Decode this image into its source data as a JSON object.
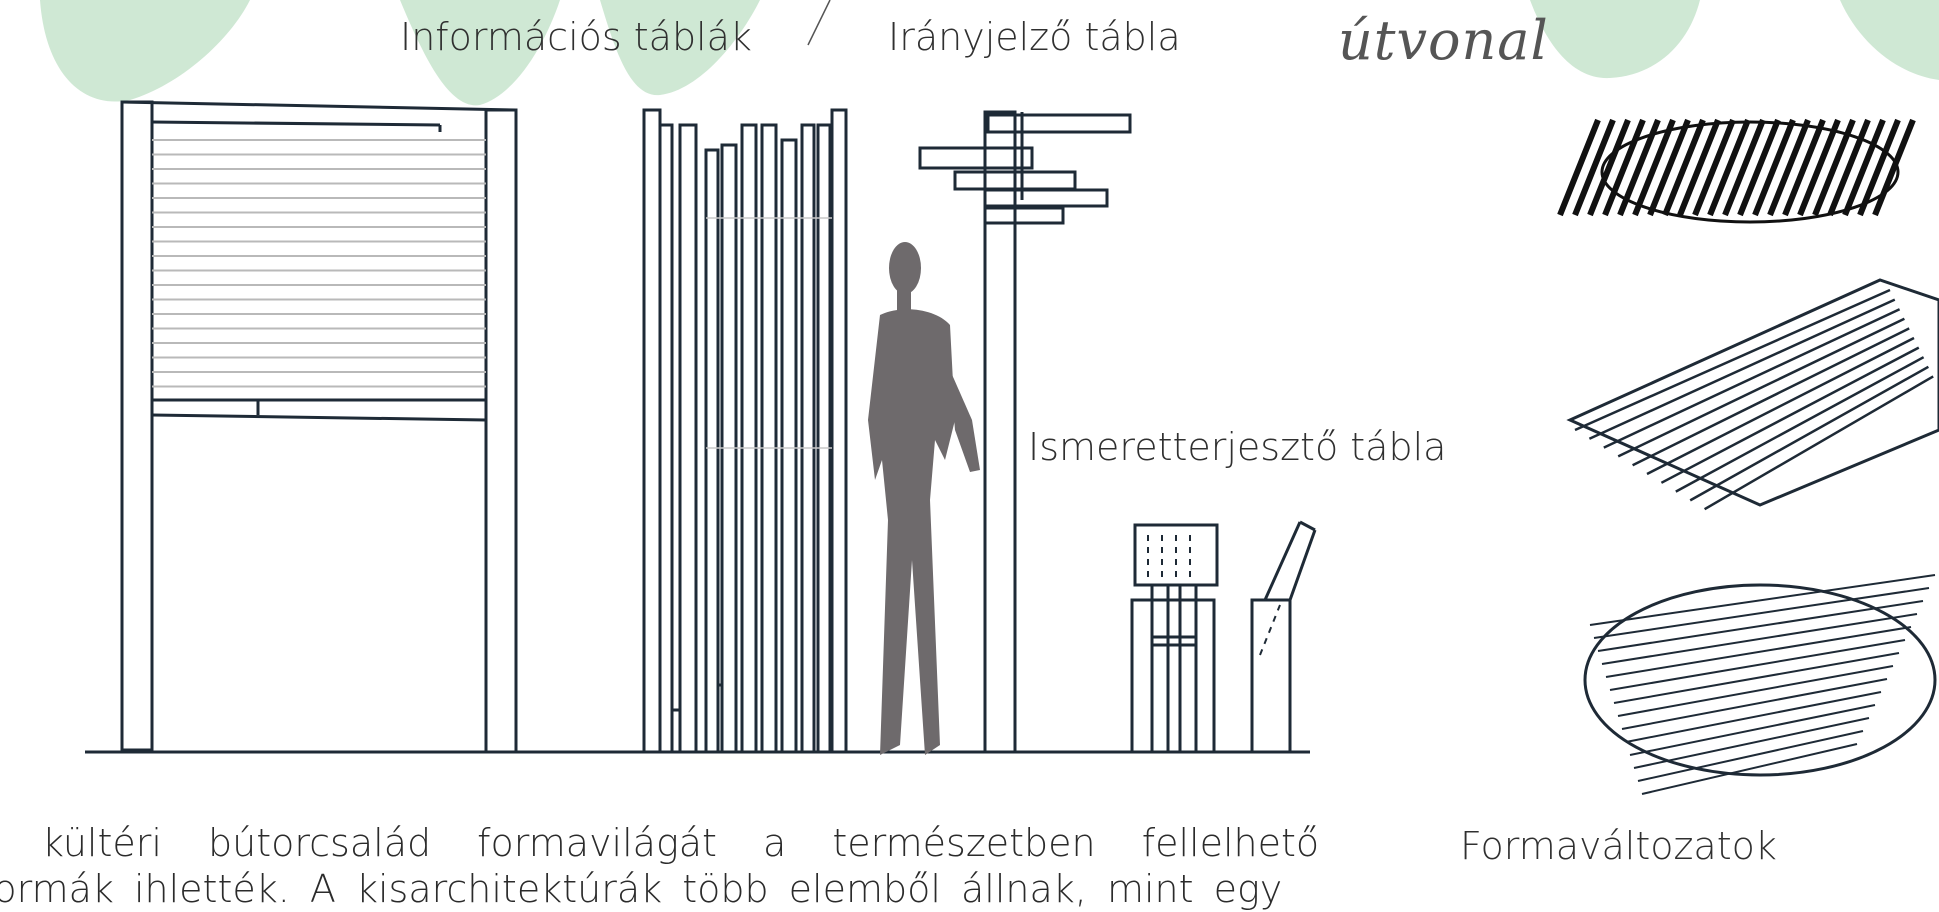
{
  "labels": {
    "info_boards": "Információs táblák",
    "direction_board": "Irányjelző tábla",
    "route": "útvonal",
    "educational_board": "Ismeretterjesztő tábla",
    "form_variants": "Formaváltozatok"
  },
  "body_text": {
    "line1": "kültéri bútorcsalád formavilágát a természetben fellelhető",
    "line2": "formák ihlették. A kisarchitektúrák több elemből állnak, mint egy"
  },
  "colors": {
    "leaf_green": "#cfe8d4",
    "ink": "#1e2a36",
    "slat_gray": "#b9b9b9",
    "silhouette": "#6e6a6c"
  }
}
